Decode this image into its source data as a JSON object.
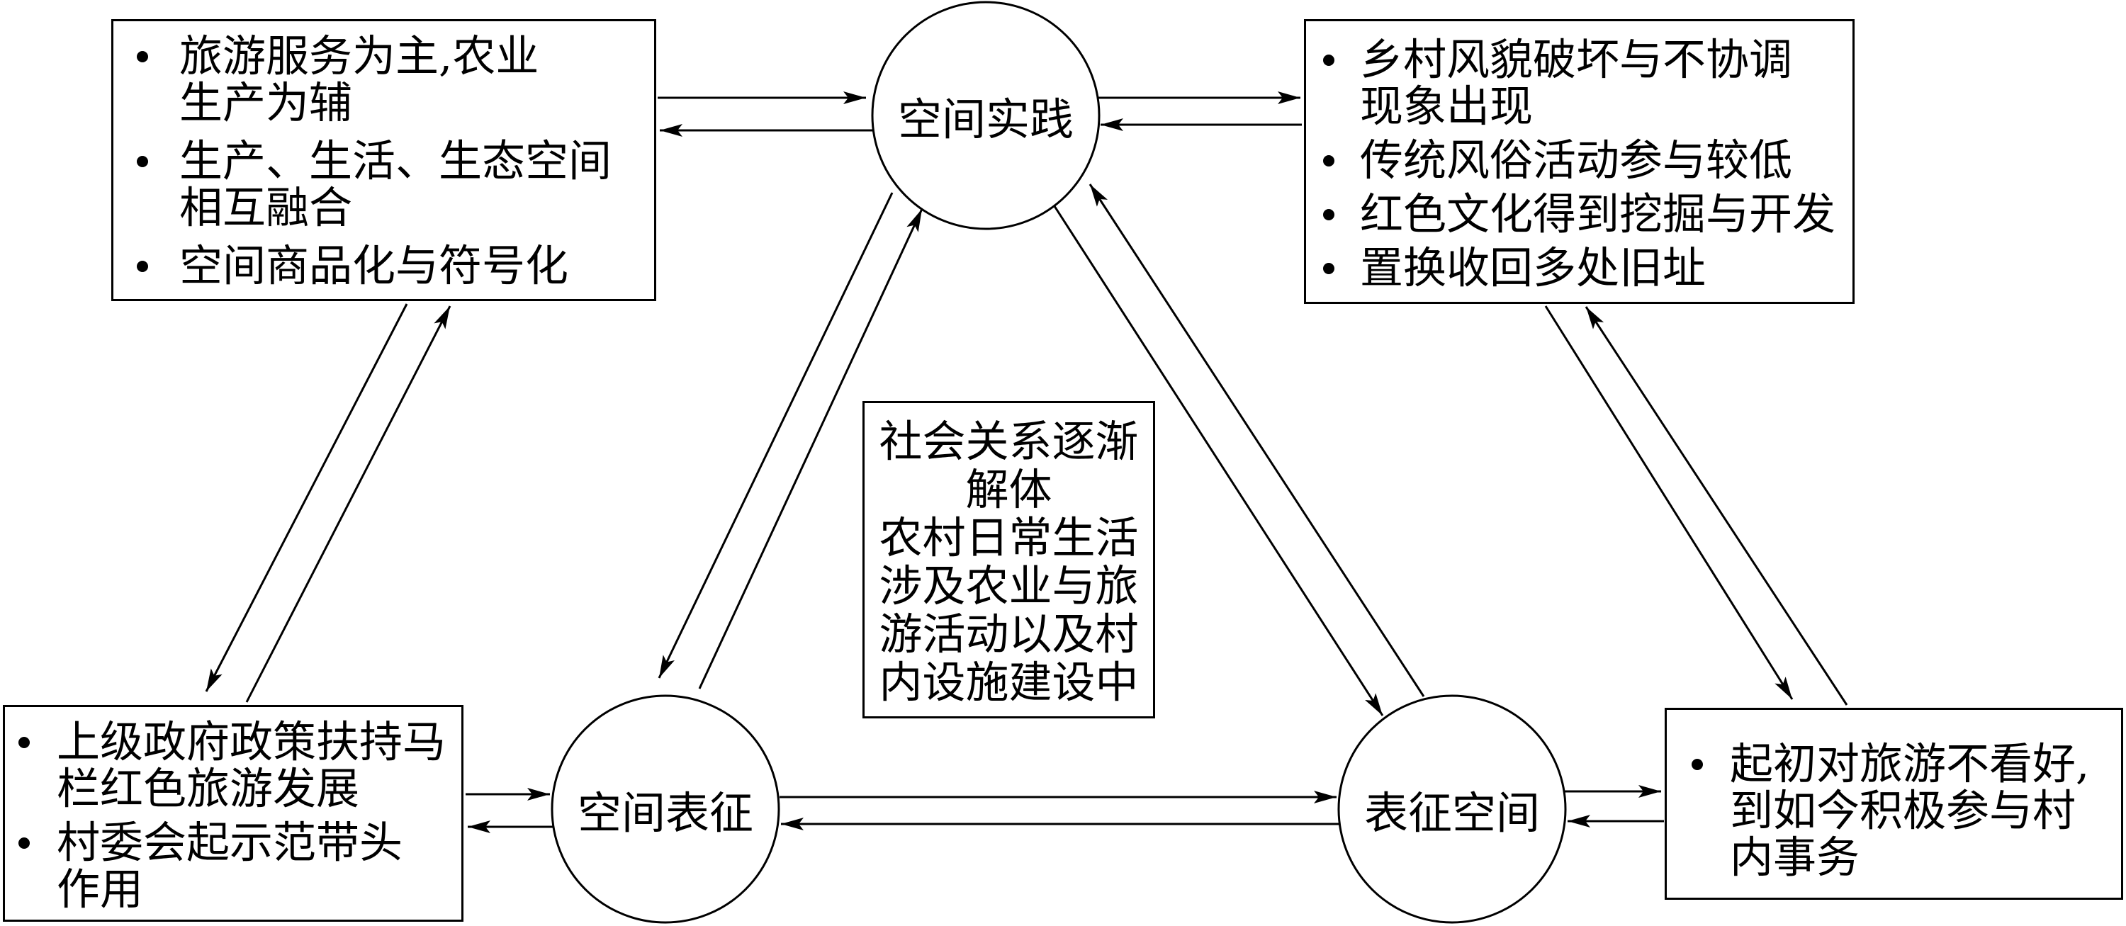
{
  "nodes": {
    "spatial_practice": "空间实践",
    "representations_of_space": "空间表征",
    "representational_space": "表征空间"
  },
  "top_left_box": {
    "items": [
      {
        "lines": [
          "旅游服务为主,农业",
          "生产为辅"
        ]
      },
      {
        "lines": [
          "生产、生活、生态空间",
          "相互融合"
        ]
      },
      {
        "lines": [
          "空间商品化与符号化"
        ]
      }
    ]
  },
  "top_right_box": {
    "items": [
      {
        "lines": [
          "乡村风貌破坏与不协调",
          "现象出现"
        ]
      },
      {
        "lines": [
          "传统风俗活动参与较低"
        ]
      },
      {
        "lines": [
          "红色文化得到挖掘与开发"
        ]
      },
      {
        "lines": [
          "置换收回多处旧址"
        ]
      }
    ]
  },
  "center_box": {
    "paragraphs": [
      {
        "lines": [
          "社会关系逐渐",
          "解体"
        ]
      },
      {
        "lines": [
          "农村日常生活",
          "涉及农业与旅",
          "游活动以及村",
          "内设施建设中"
        ]
      }
    ]
  },
  "bottom_left_box": {
    "items": [
      {
        "lines": [
          "上级政府政策扶持马",
          "栏红色旅游发展"
        ]
      },
      {
        "lines": [
          "村委会起示范带头",
          "作用"
        ]
      }
    ]
  },
  "bottom_right_box": {
    "items": [
      {
        "lines": [
          "起初对旅游不看好,",
          "到如今积极参与村",
          "内事务"
        ]
      }
    ]
  }
}
